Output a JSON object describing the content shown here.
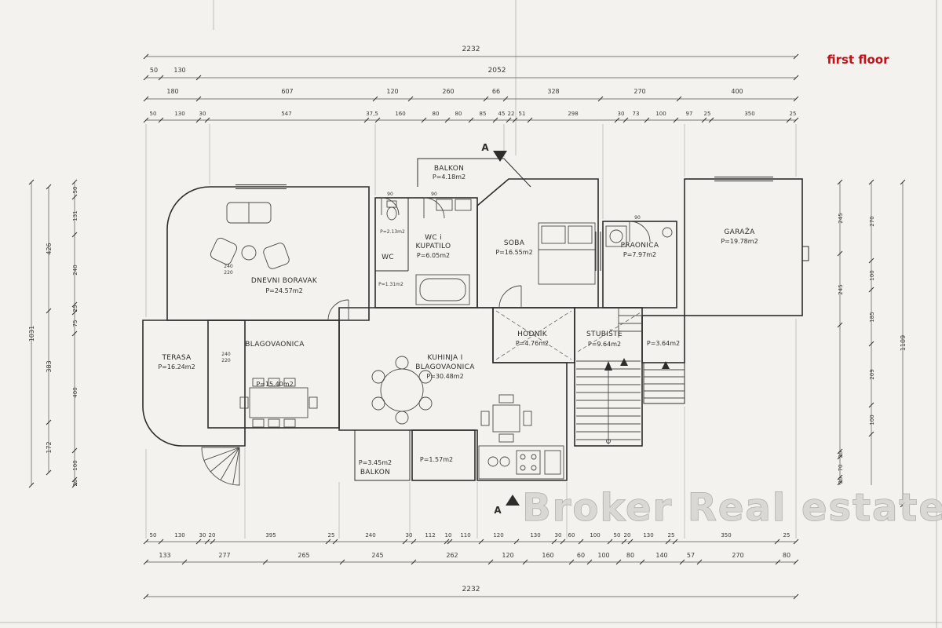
{
  "page": {
    "floor_label": "first floor",
    "watermark": "Broker Real estate",
    "section_marker": "A"
  },
  "rooms": {
    "dnevni": {
      "name": "DNEVNI BORAVAK",
      "area": "P=24.57m2"
    },
    "terasa": {
      "name": "TERASA",
      "area": "P=16.24m2"
    },
    "blagovaonica": {
      "name": "BLAGOVAONICA",
      "area": "P=15.40m2"
    },
    "kuhinja": {
      "line1": "KUHINJA I",
      "line2": "BLAGOVAONICA",
      "area": "P=30.48m2"
    },
    "wc": {
      "name": "WC",
      "area": "P=2.13m2"
    },
    "kupatilo": {
      "line1": "WC i",
      "line2": "KUPATILO",
      "area": "P=6.05m2"
    },
    "predsoblje": {
      "area": "P=1.31m2"
    },
    "balkon_top": {
      "name": "BALKON",
      "area": "P=4.18m2"
    },
    "soba": {
      "name": "SOBA",
      "area": "P=16.55m2"
    },
    "praonica": {
      "name": "PRAONICA",
      "area": "P=7.97m2"
    },
    "garaza": {
      "name": "GARAŽA",
      "area": "P=19.78m2"
    },
    "hodnik": {
      "name": "HODNIK",
      "area": "P=4.76m2"
    },
    "stubiste": {
      "name": "STUBIŠTE",
      "area": "P=9.64m2"
    },
    "ostava": {
      "area": "P=3.64m2"
    },
    "balkon_bottom": {
      "name": "BALKON",
      "area": "P=3.45m2"
    },
    "spajza": {
      "area": "P=1.57m2"
    }
  },
  "dims": {
    "top_total": "2232",
    "top_sub": [
      "50",
      "130",
      "2052"
    ],
    "top_row3": [
      "180",
      "607",
      "120",
      "260",
      "66",
      "328",
      "270",
      "400"
    ],
    "top_row4": [
      "50",
      "130",
      "30",
      "547",
      "37,5",
      "160",
      "80",
      "80",
      "85",
      "45",
      "22",
      "51",
      "298",
      "30",
      "73",
      "100",
      "97",
      "25",
      "350",
      "25"
    ],
    "left_total": "1031",
    "left_mid": [
      "426",
      "383",
      "172"
    ],
    "left_inner": [
      "50",
      "131",
      "240",
      "25",
      "75",
      "400",
      "100",
      "20"
    ],
    "right_total": "1109",
    "right_mid": [
      "270",
      "100",
      "185",
      "209",
      "100"
    ],
    "right_inner": [
      "245",
      "245",
      "20",
      "70",
      "20"
    ],
    "bottom_row1": [
      "50",
      "130",
      "30",
      "20",
      "395",
      "25",
      "240",
      "30",
      "112",
      "10",
      "110",
      "120",
      "130",
      "30",
      "60",
      "100",
      "50",
      "20",
      "130",
      "25",
      "350",
      "25"
    ],
    "bottom_row2": [
      "133",
      "277",
      "265",
      "245",
      "262",
      "120",
      "160",
      "60",
      "100",
      "80",
      "140",
      "57",
      "270",
      "80"
    ],
    "bottom_total": "2232",
    "small": [
      "240",
      "220",
      "240",
      "220",
      "90",
      "90",
      "90"
    ]
  }
}
